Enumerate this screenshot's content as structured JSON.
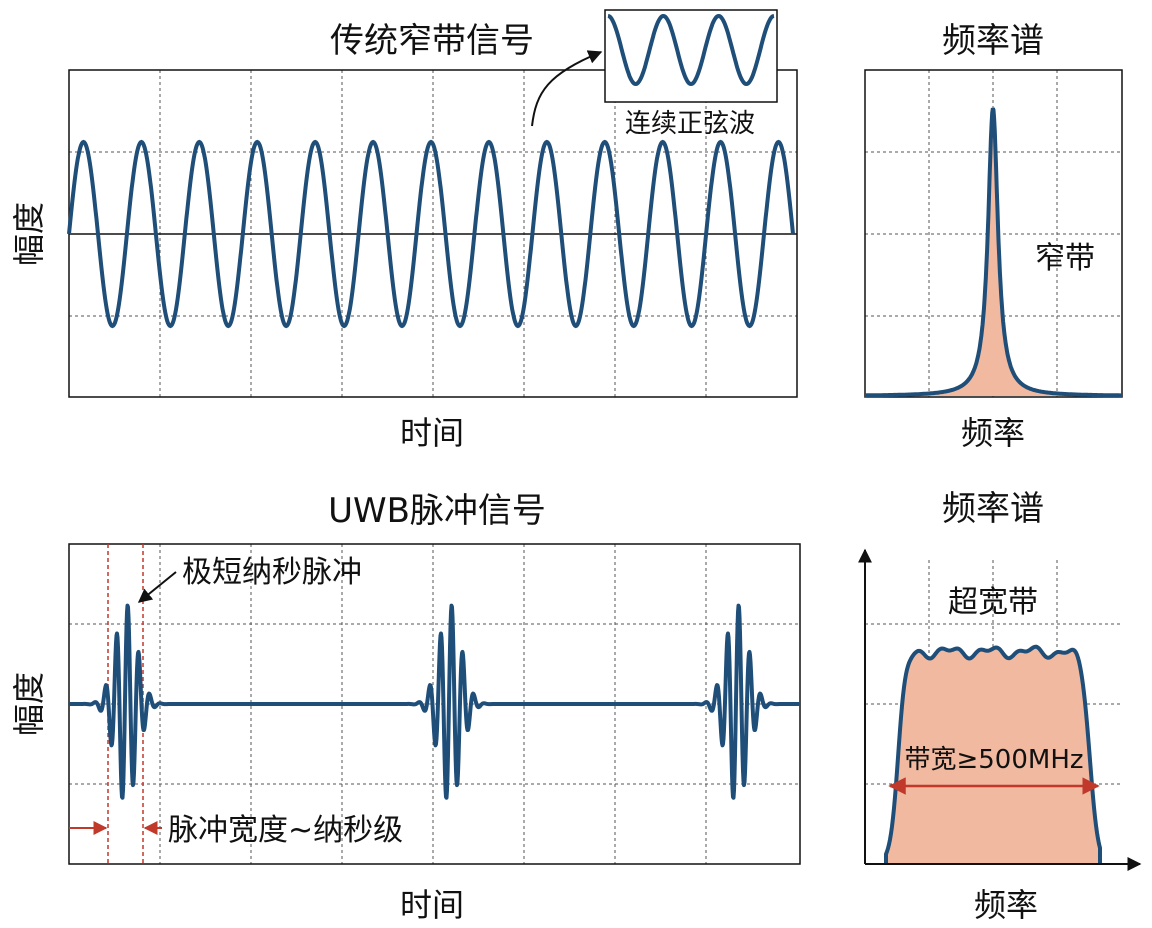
{
  "colors": {
    "signal": "#1f4e79",
    "spectrum_fill": "#f1b9a0",
    "marker_red": "#c0392b",
    "grid": "#555555",
    "frame": "#111111"
  },
  "top_panel": {
    "title": "传统窄带信号",
    "ylabel": "幅度",
    "xlabel": "时间",
    "inset_caption": "连续正弦波"
  },
  "top_spectrum": {
    "title": "频率谱",
    "xlabel": "频率",
    "band_label": "窄带"
  },
  "bottom_panel": {
    "title": "UWB脉冲信号",
    "ylabel": "幅度",
    "xlabel": "时间",
    "pulse_annotation": "极短纳秒脉冲",
    "width_annotation": "脉冲宽度~纳秒级"
  },
  "bottom_spectrum": {
    "title": "频率谱",
    "xlabel": "频率",
    "band_label": "超宽带",
    "bandwidth_label": "带宽≥500MHz"
  },
  "chart_data": [
    {
      "type": "line",
      "description_of": "top-waveform",
      "signal": "continuous sinusoid",
      "cycles_shown": 12.5,
      "amplitude_relative": 1.0
    },
    {
      "type": "area",
      "description_of": "top-spectrum",
      "shape": "single narrow peak at band centre"
    },
    {
      "type": "line",
      "description_of": "bottom-waveform",
      "signal": "short pulses separated by flat baseline",
      "pulse_count": 3
    },
    {
      "type": "area",
      "description_of": "bottom-spectrum",
      "shape": "wide flat-top band"
    }
  ]
}
